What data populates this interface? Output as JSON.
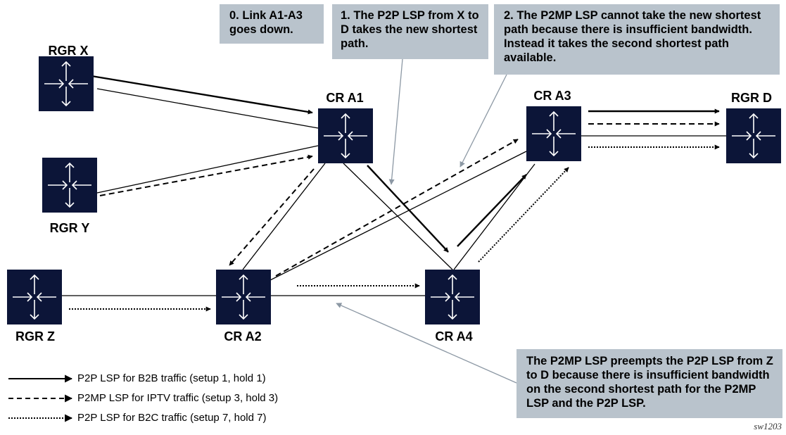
{
  "nodes": {
    "rgr_x": "RGR X",
    "rgr_y": "RGR Y",
    "rgr_z": "RGR Z",
    "cr_a1": "CR A1",
    "cr_a2": "CR A2",
    "cr_a3": "CR A3",
    "cr_a4": "CR A4",
    "rgr_d": "RGR D"
  },
  "callouts": {
    "step0": "0. Link A1-A3 goes down.",
    "step1": "1. The P2P LSP from X to D takes the new shortest path.",
    "step2": "2. The P2MP LSP cannot take the new shortest path because there is insufficient bandwidth. Instead it takes the second shortest path available.",
    "preempt": "The P2MP LSP preempts the P2P LSP from Z to D because there is insufficient bandwidth on the second shortest path for the P2MP LSP and the P2P LSP."
  },
  "legend": [
    {
      "style": "solid",
      "label": "P2P LSP for B2B traffic (setup 1, hold 1)"
    },
    {
      "style": "dashed",
      "label": "P2MP LSP for IPTV traffic (setup 3, hold 3)"
    },
    {
      "style": "dotted",
      "label": "P2P LSP for B2C traffic (setup 7, hold 7)"
    }
  ],
  "figure_id": "sw1203",
  "colors": {
    "router_fill": "#0c1538",
    "callout_bg": "#b9c3cc",
    "leader_line": "#8c98a4"
  },
  "icon": "router-icon"
}
